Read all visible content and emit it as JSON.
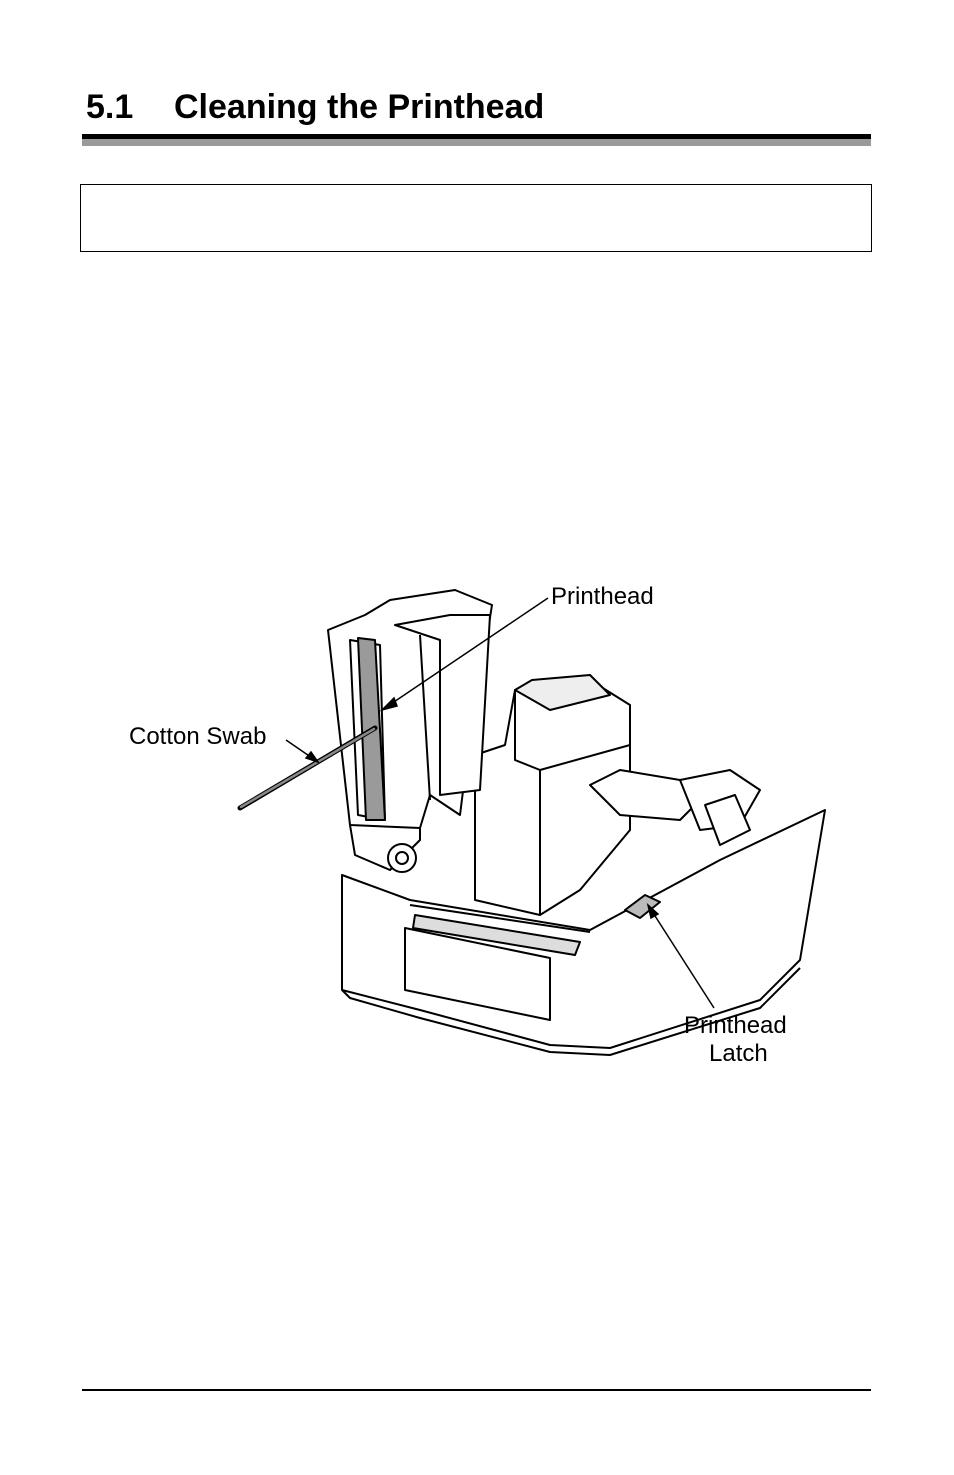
{
  "heading": {
    "number": "5.1",
    "title": "Cleaning the Printhead"
  },
  "figure": {
    "labels": {
      "printhead": "Printhead",
      "cotton_swab": "Cotton Swab",
      "latch_line1": "Printhead",
      "latch_line2": "Latch"
    }
  }
}
